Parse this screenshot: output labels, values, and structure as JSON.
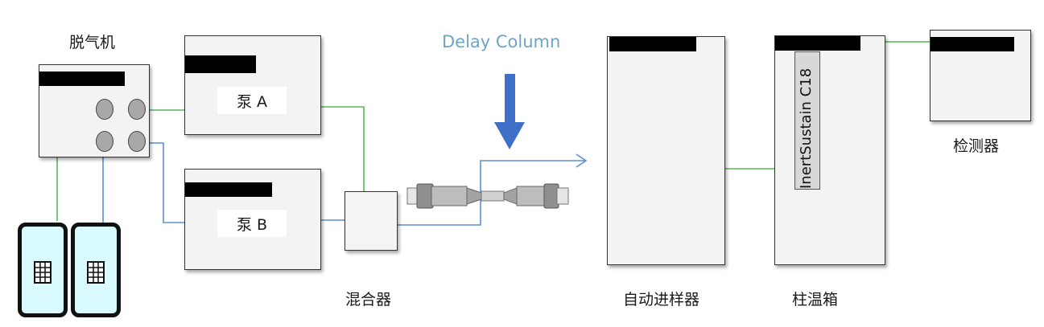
{
  "labels": {
    "degasser": "脱气机",
    "pump_a": "泵 A",
    "pump_b": "泵 B",
    "mixer": "混合器",
    "delay_column": "Delay Column",
    "autosampler": "自动进样器",
    "column_oven": "柱温箱",
    "detector": "检测器",
    "column": "InertSustain C18"
  },
  "colors": {
    "green_line": "#5ab55a",
    "blue_line": "#5b8fd1",
    "arrow": "#3e70c8",
    "delay_title": "#6fa5c4",
    "bottle_fill": "#d9fbff"
  }
}
